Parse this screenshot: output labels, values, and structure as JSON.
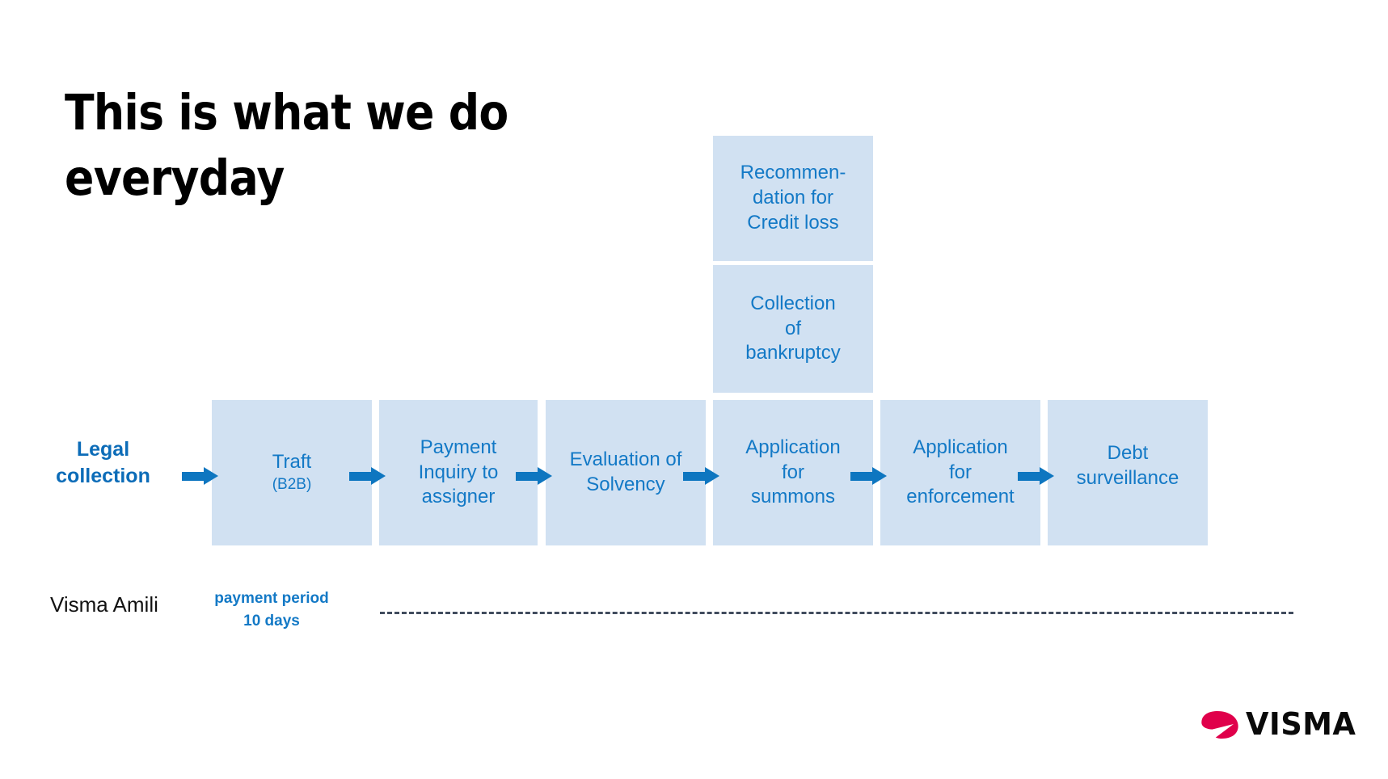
{
  "slide": {
    "title": "This is what we do\neveryday",
    "background_color": "#FFFFFF"
  },
  "colors": {
    "box_fill": "#D1E1F2",
    "box_text": "#1379C6",
    "arrow": "#0E76C0",
    "label_blue": "#0C6CB8",
    "dashed_line": "#414C5E",
    "logo_mark": "#E0004B",
    "title_black": "#000000"
  },
  "process": {
    "row_label": "Legal\ncollection",
    "steps": [
      {
        "id": "traft",
        "label": "Traft",
        "sublabel": "(B2B)"
      },
      {
        "id": "payment",
        "label": "Payment\nInquiry to\nassigner",
        "sublabel": ""
      },
      {
        "id": "evaluation",
        "label": "Evaluation of\nSolvency",
        "sublabel": ""
      },
      {
        "id": "summons",
        "label": "Application\nfor\nsummons",
        "sublabel": ""
      },
      {
        "id": "enforcement",
        "label": "Application\nfor\nenforcement",
        "sublabel": ""
      },
      {
        "id": "debt",
        "label": "Debt\nsurveillance",
        "sublabel": ""
      }
    ],
    "branches": [
      {
        "id": "credit-loss",
        "label": "Recommen-\ndation for\nCredit loss"
      },
      {
        "id": "bankruptcy",
        "label": "Collection\nof\nbankruptcy"
      }
    ],
    "arrow_count": 6
  },
  "footer": {
    "product_label": "Visma Amili",
    "payment_period": "payment period\n10 days"
  },
  "logo": {
    "wordmark": "VISMA",
    "mark_name": "visma-leaf-mark"
  }
}
